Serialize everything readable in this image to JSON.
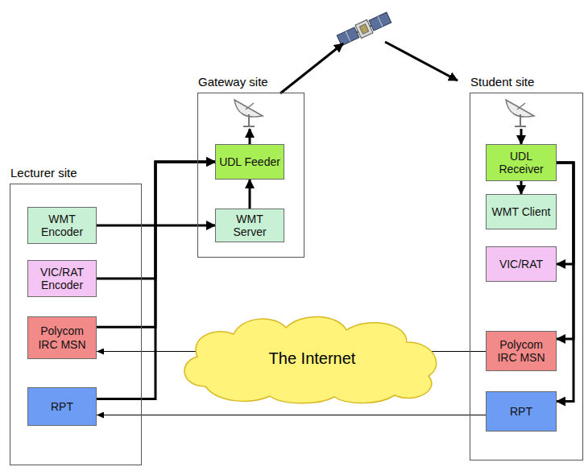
{
  "diagram": {
    "nodes": [
      {
        "text": [
          "Gateway site"
        ]
      },
      {
        "text": [
          "UDL Feeder"
        ],
        "in": 0
      },
      {
        "text": [
          "WMT Server"
        ],
        "in": 0
      },
      {
        "text": [
          "Lecturer site"
        ]
      },
      {
        "text": [
          "WMT Encoder"
        ],
        "in": 3
      },
      {
        "text": [
          "VIC/RAT Encoder"
        ],
        "in": 3
      },
      {
        "text": [
          "Polycom IRC MSN"
        ],
        "in": 3
      },
      {
        "text": [
          "RPT"
        ],
        "in": 3
      },
      {
        "text": [
          "Student site"
        ]
      },
      {
        "text": [
          "UDL Receiver"
        ],
        "in": 8
      },
      {
        "text": [
          "WMT Client"
        ],
        "in": 8
      },
      {
        "text": [
          "VIC/RAT"
        ],
        "in": 8
      },
      {
        "text": [
          "Polycom IRC MSN"
        ],
        "in": 8
      },
      {
        "text": [
          "RPT"
        ],
        "in": 8
      },
      {
        "text": [
          "The Internet"
        ]
      }
    ],
    "edges": [
      {
        "from": 4,
        "to": 2,
        "arrow": "to"
      },
      {
        "from": 2,
        "to": 1,
        "arrow": "to"
      },
      {
        "from": 5,
        "to": 1,
        "arrow": "to"
      },
      {
        "from": 6,
        "to": 1,
        "arrow": "to"
      },
      {
        "from": 7,
        "to": 1,
        "arrow": "to"
      },
      {
        "from": 1,
        "to": 9,
        "arrow": "to"
      },
      {
        "from": 9,
        "to": 10,
        "arrow": "to"
      },
      {
        "from": 9,
        "to": 11,
        "arrow": "to"
      },
      {
        "from": 9,
        "to": 12,
        "arrow": "to"
      },
      {
        "from": 9,
        "to": 13,
        "arrow": "to"
      },
      {
        "from": 12,
        "to": 6,
        "arrow": "to"
      },
      {
        "from": 13,
        "to": 7,
        "arrow": "to"
      }
    ]
  }
}
